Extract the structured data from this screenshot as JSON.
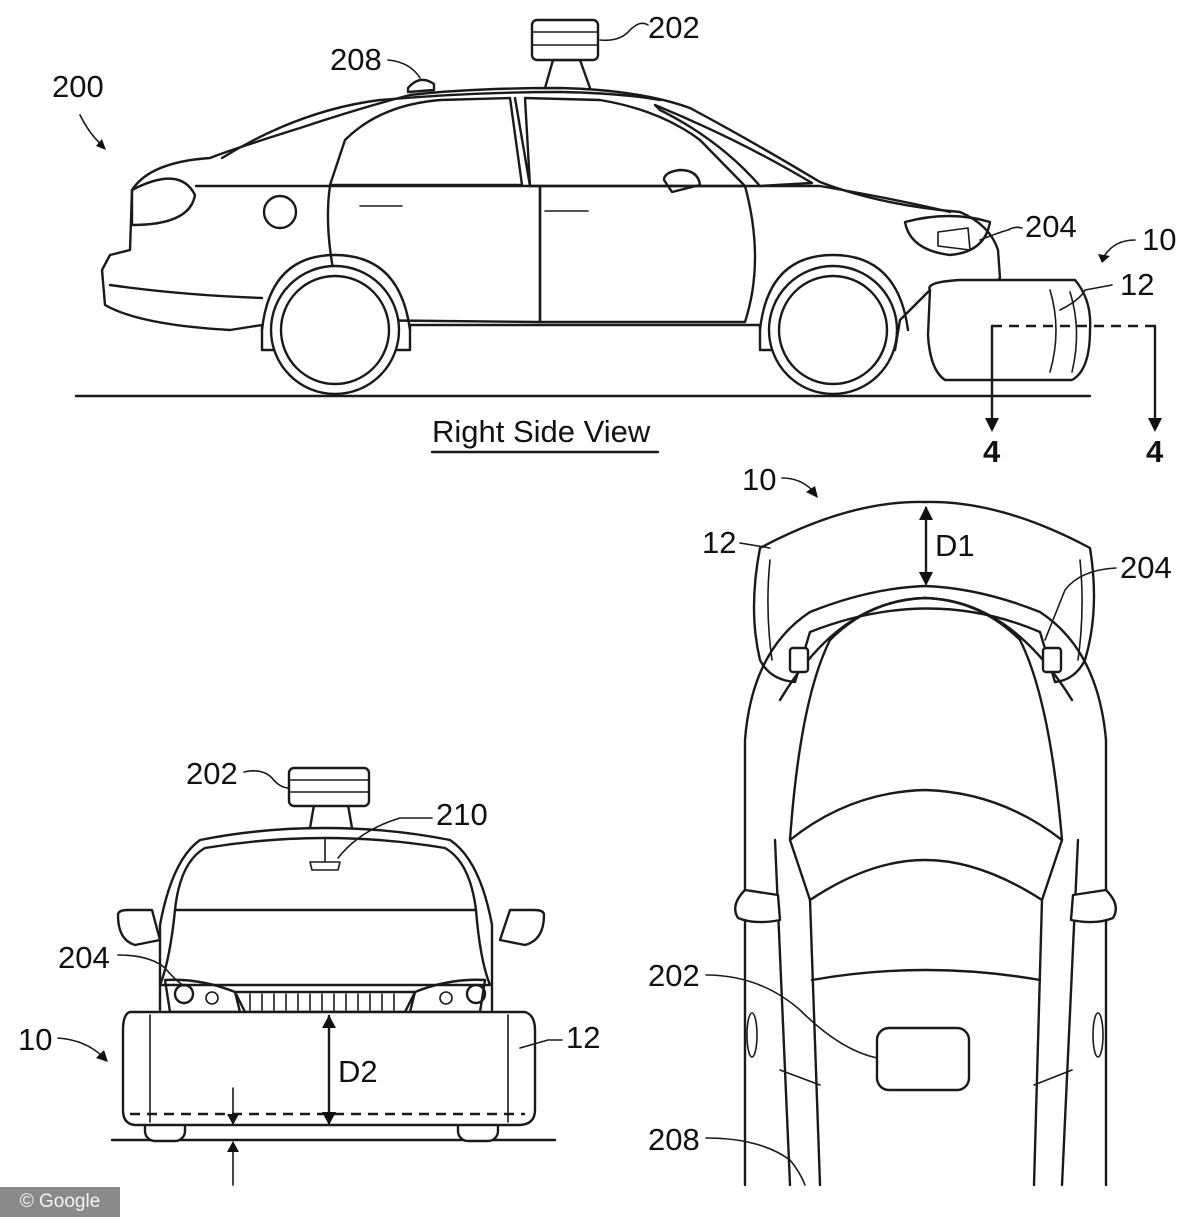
{
  "labels": {
    "vehicle": "200",
    "sensor_housing_top": "202",
    "roof_light": "208",
    "headlight": "204",
    "assembly": "10",
    "airbag": "12",
    "section_left": "4",
    "section_right": "4",
    "front_sensor": "202",
    "front_mirror": "210",
    "front_headlight": "204",
    "front_assembly": "10",
    "front_airbag": "12",
    "front_distance": "D2",
    "top_assembly": "10",
    "top_airbag": "12",
    "top_distance": "D1",
    "top_headlight": "204",
    "top_sensor": "202",
    "top_roof_light": "208"
  },
  "captions": {
    "side_view": "Right Side View"
  },
  "watermark": "© Google"
}
